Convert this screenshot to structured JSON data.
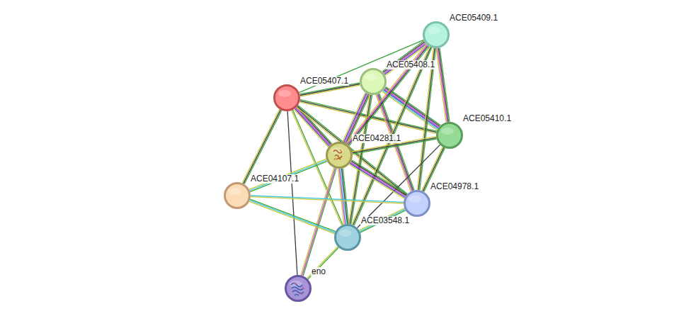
{
  "diagram": {
    "nodes": [
      {
        "text": [
          "ACE05409.1"
        ]
      },
      {
        "text": [
          "ACE05408.1"
        ]
      },
      {
        "text": [
          "ACE05407.1"
        ]
      },
      {
        "text": [
          "ACE05410.1"
        ]
      },
      {
        "text": [
          "ACE04281.1"
        ]
      },
      {
        "text": [
          "ACE04107.1"
        ]
      },
      {
        "text": [
          "ACE04978.1"
        ]
      },
      {
        "text": [
          "ACE03548.1"
        ]
      },
      {
        "text": [
          "eno"
        ]
      }
    ],
    "edges": [
      {
        "from": 2,
        "to": 0,
        "arrow": "none"
      },
      {
        "from": 2,
        "to": 1,
        "arrow": "none"
      },
      {
        "from": 2,
        "to": 3,
        "arrow": "none"
      },
      {
        "from": 2,
        "to": 4,
        "arrow": "none"
      },
      {
        "from": 2,
        "to": 6,
        "arrow": "none"
      },
      {
        "from": 2,
        "to": 7,
        "arrow": "none"
      },
      {
        "from": 2,
        "to": 5,
        "arrow": "none"
      },
      {
        "from": 2,
        "to": 8,
        "arrow": "none"
      },
      {
        "from": 1,
        "to": 0,
        "arrow": "none"
      },
      {
        "from": 1,
        "to": 3,
        "arrow": "none"
      },
      {
        "from": 1,
        "to": 4,
        "arrow": "none"
      },
      {
        "from": 1,
        "to": 6,
        "arrow": "none"
      },
      {
        "from": 1,
        "to": 7,
        "arrow": "none"
      },
      {
        "from": 0,
        "to": 3,
        "arrow": "none"
      },
      {
        "from": 0,
        "to": 4,
        "arrow": "none"
      },
      {
        "from": 0,
        "to": 6,
        "arrow": "none"
      },
      {
        "from": 0,
        "to": 7,
        "arrow": "none"
      },
      {
        "from": 3,
        "to": 4,
        "arrow": "none"
      },
      {
        "from": 3,
        "to": 6,
        "arrow": "none"
      },
      {
        "from": 3,
        "to": 7,
        "arrow": "none"
      },
      {
        "from": 4,
        "to": 5,
        "arrow": "none"
      },
      {
        "from": 4,
        "to": 6,
        "arrow": "none"
      },
      {
        "from": 4,
        "to": 7,
        "arrow": "none"
      },
      {
        "from": 4,
        "to": 8,
        "arrow": "none"
      },
      {
        "from": 5,
        "to": 7,
        "arrow": "none"
      },
      {
        "from": 5,
        "to": 6,
        "arrow": "none"
      },
      {
        "from": 6,
        "to": 7,
        "arrow": "none"
      },
      {
        "from": 7,
        "to": 8,
        "arrow": "none"
      }
    ]
  }
}
